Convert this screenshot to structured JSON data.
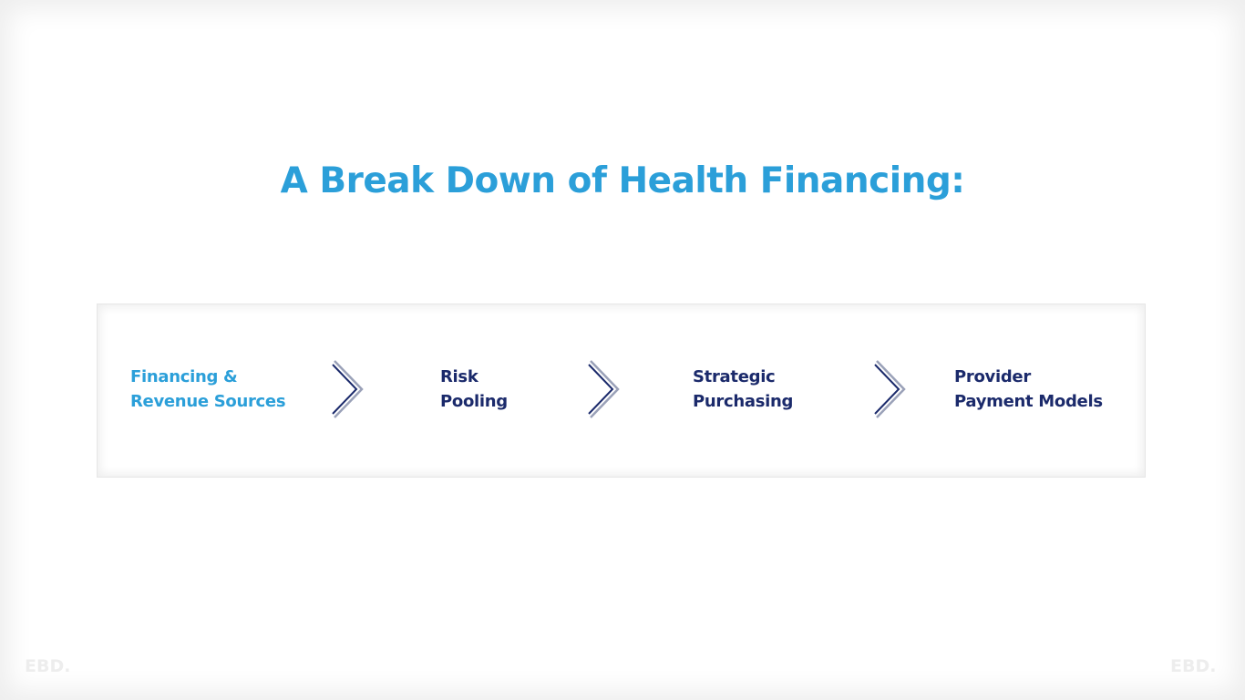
{
  "slide": {
    "title": "A Break Down of Health Financing:"
  },
  "steps": [
    {
      "line1": "Financing &",
      "line2": "Revenue Sources",
      "active": true
    },
    {
      "line1": "Risk",
      "line2": "Pooling",
      "active": false
    },
    {
      "line1": "Strategic",
      "line2": "Purchasing",
      "active": false
    },
    {
      "line1": "Provider",
      "line2": "Payment Models",
      "active": false
    }
  ],
  "watermark": {
    "text": "EBD."
  },
  "colors": {
    "accent": "#2b9fd9",
    "navy": "#1b2a6b",
    "chevron_light": "#9aa1b8"
  },
  "icons": {
    "chevron": "double-chevron-right-icon"
  }
}
